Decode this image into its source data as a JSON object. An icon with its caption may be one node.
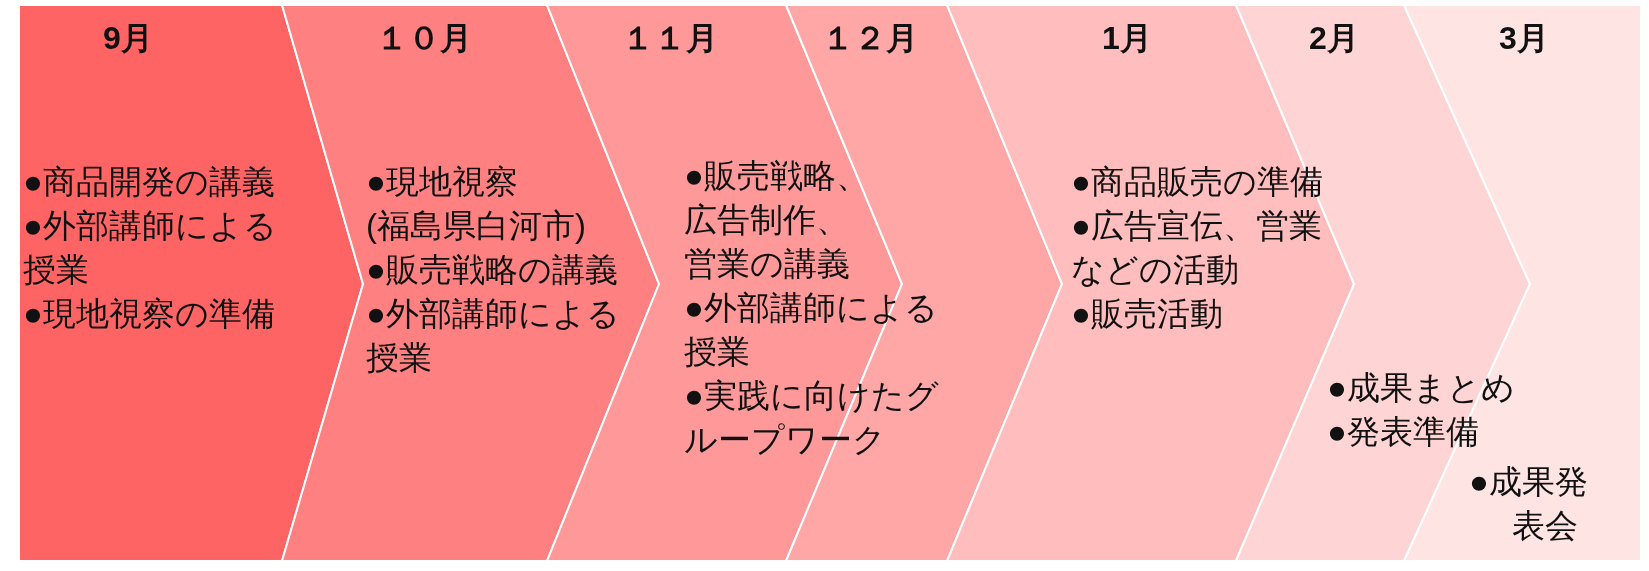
{
  "diagram": {
    "nodes": [
      {
        "text": [
          "9月",
          "●商品開発の講義",
          "●外部講師による授業",
          "●現地視察の準備"
        ]
      },
      {
        "text": [
          "１０月",
          "●現地視察",
          "(福島県白河市)",
          "●販売戦略の講義",
          "●外部講師による授業"
        ]
      },
      {
        "text": [
          "１１月",
          "●販売戦略、広告制作、営業の講義",
          "●外部講師による授業",
          "●実践に向けたグループワーク"
        ]
      },
      {
        "text": [
          "１２月"
        ]
      },
      {
        "text": [
          "1月",
          "●商品販売の準備",
          "●広告宣伝、営業などの活動",
          "●販売活動"
        ]
      },
      {
        "text": [
          "2月",
          "●成果まとめ",
          "●発表準備"
        ]
      },
      {
        "text": [
          "3月",
          "●成果発表会"
        ]
      }
    ]
  }
}
